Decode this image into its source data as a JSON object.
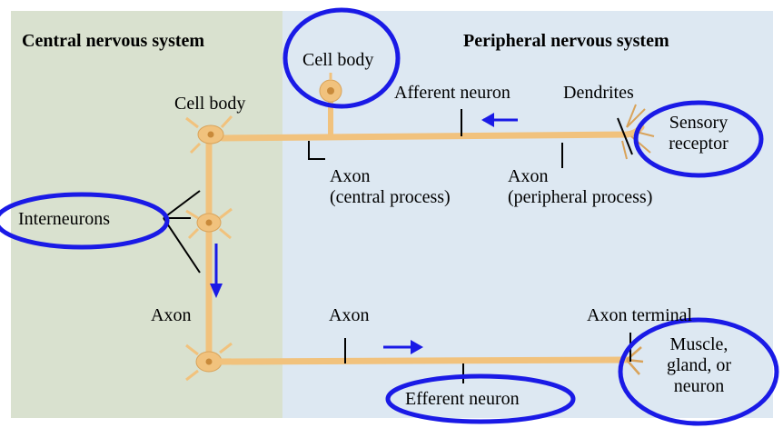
{
  "regions": {
    "central_title": "Central nervous system",
    "peripheral_title": "Peripheral nervous system"
  },
  "labels": {
    "cell_body_sensory": "Cell body",
    "cell_body_cns": "Cell body",
    "afferent_neuron": "Afferent neuron",
    "dendrites": "Dendrites",
    "sensory_receptor_line1": "Sensory",
    "sensory_receptor_line2": "receptor",
    "axon_central_line1": "Axon",
    "axon_central_line2": "(central process)",
    "axon_peripheral_line1": "Axon",
    "axon_peripheral_line2": "(peripheral process)",
    "interneurons": "Interneurons",
    "axon_cns": "Axon",
    "axon_efferent": "Axon",
    "axon_terminal": "Axon terminal",
    "efferent_neuron": "Efferent neuron",
    "effector_line1": "Muscle,",
    "effector_line2": "gland, or",
    "effector_line3": "neuron"
  },
  "colors": {
    "cns_bg": "#d9e1cf",
    "pns_bg": "#dde8f2",
    "neuron": "#f1c27d",
    "neuron_dark": "#d9a35a",
    "nucleus": "#c98a3a",
    "annotation_blue": "#1a1ae6"
  }
}
